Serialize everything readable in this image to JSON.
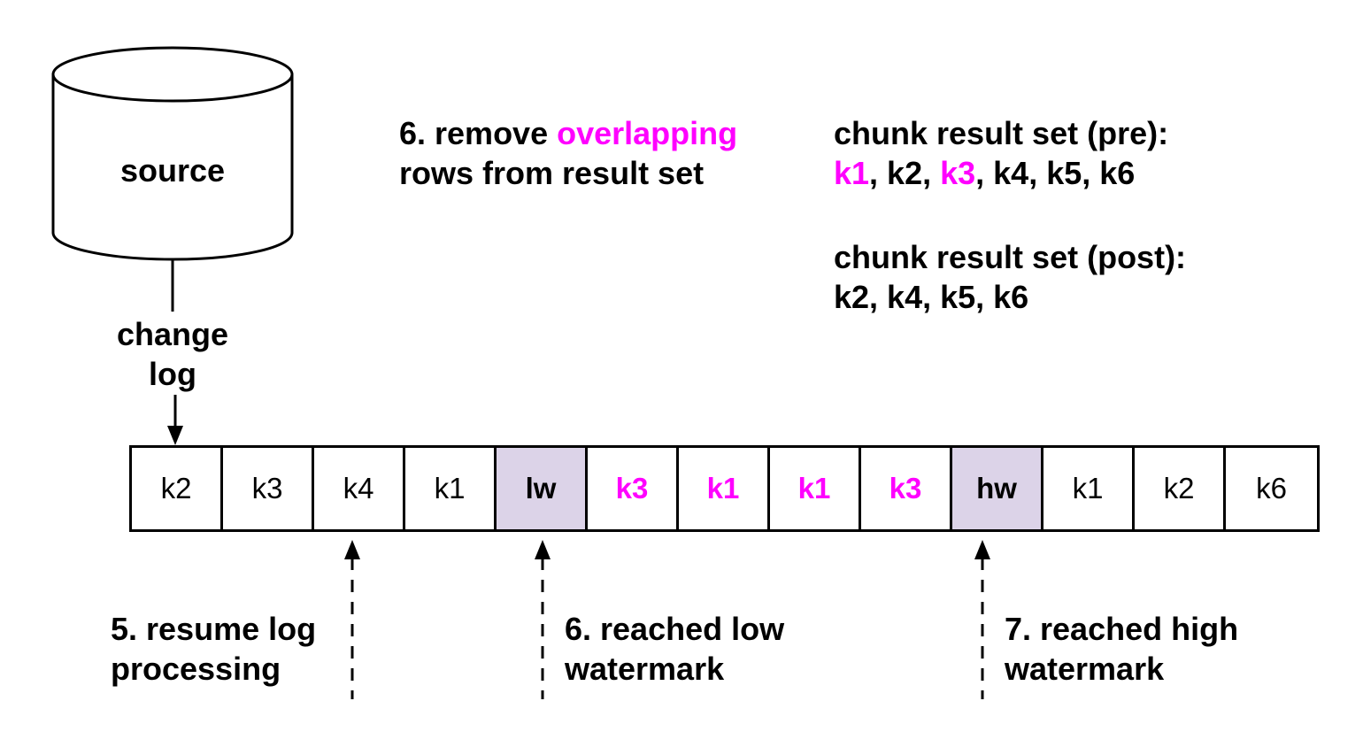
{
  "source_label": "source",
  "change_log_label": [
    "change",
    "log"
  ],
  "step6_remove": {
    "prefix": "6. remove ",
    "highlight": "overlapping",
    "line2": "rows from result set"
  },
  "pre_set": {
    "title": "chunk result set (pre):",
    "keys": [
      {
        "text": "k1",
        "highlight": true
      },
      {
        "text": ", k2, ",
        "highlight": false
      },
      {
        "text": "k3",
        "highlight": true
      },
      {
        "text": ", k4, k5, k6",
        "highlight": false
      }
    ]
  },
  "post_set": {
    "title": "chunk result set (post):",
    "keys": "k2, k4, k5, k6"
  },
  "log_cells": [
    {
      "label": "k2",
      "kind": "normal"
    },
    {
      "label": "k3",
      "kind": "normal"
    },
    {
      "label": "k4",
      "kind": "normal"
    },
    {
      "label": "k1",
      "kind": "normal"
    },
    {
      "label": "lw",
      "kind": "watermark"
    },
    {
      "label": "k3",
      "kind": "overlap"
    },
    {
      "label": "k1",
      "kind": "overlap"
    },
    {
      "label": "k1",
      "kind": "overlap"
    },
    {
      "label": "k3",
      "kind": "overlap"
    },
    {
      "label": "hw",
      "kind": "watermark"
    },
    {
      "label": "k1",
      "kind": "normal"
    },
    {
      "label": "k2",
      "kind": "normal"
    },
    {
      "label": "k6",
      "kind": "normal"
    }
  ],
  "step5": [
    "5. resume log",
    "processing"
  ],
  "step6_low": [
    "6. reached low",
    "watermark"
  ],
  "step7_high": [
    "7. reached high",
    "watermark"
  ],
  "colors": {
    "highlight": "#ff00ff",
    "watermark_fill": "#dcd3e8"
  }
}
